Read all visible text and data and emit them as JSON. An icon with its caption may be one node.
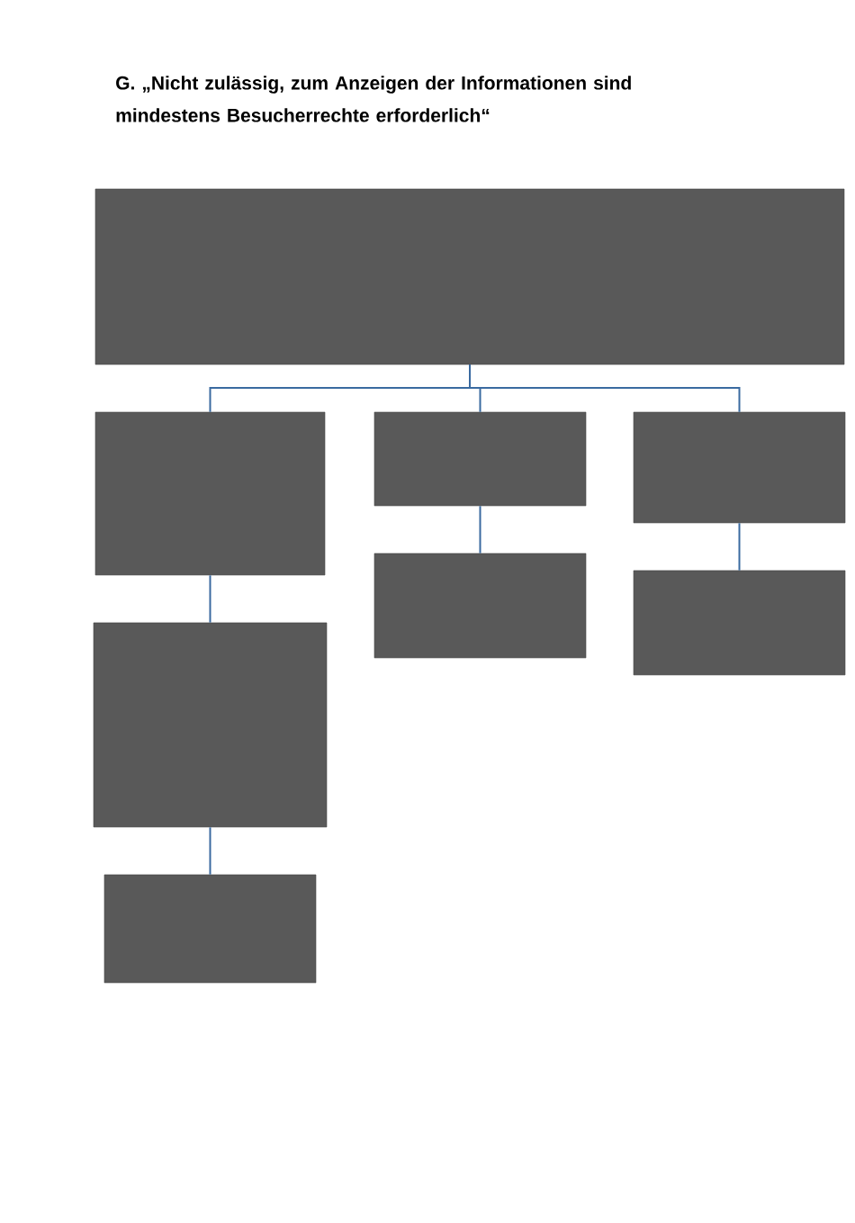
{
  "diagram": {
    "title": "G. „Nicht zulässig, zum Anzeigen der Informationen sind mindestens Besucherrechte erforderlich“",
    "nodes": [
      {
        "text": [],
        "shape": "box"
      },
      {
        "text": [],
        "shape": "box"
      },
      {
        "text": [],
        "shape": "box"
      },
      {
        "text": [],
        "shape": "box"
      },
      {
        "text": [],
        "shape": "box"
      },
      {
        "text": [],
        "shape": "box"
      },
      {
        "text": [],
        "shape": "box"
      },
      {
        "text": [],
        "shape": "box"
      }
    ],
    "edges": [
      {
        "from": 0,
        "to": 1,
        "arrow": "none"
      },
      {
        "from": 0,
        "to": 2,
        "arrow": "none"
      },
      {
        "from": 0,
        "to": 3,
        "arrow": "none"
      },
      {
        "from": 2,
        "to": 4,
        "arrow": "none"
      },
      {
        "from": 3,
        "to": 5,
        "arrow": "none"
      },
      {
        "from": 1,
        "to": 6,
        "arrow": "none"
      },
      {
        "from": 6,
        "to": 7,
        "arrow": "none"
      }
    ]
  }
}
